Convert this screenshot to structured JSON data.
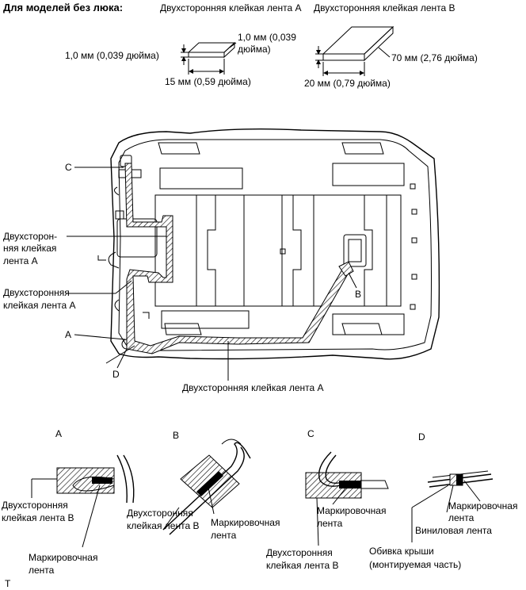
{
  "header": "Для моделей без люка:",
  "tape_a": {
    "title": "Двухсторонняя клейкая лента A",
    "thickness": "1,0 мм (0,039 дюйма)",
    "width_line1": "1,0 мм (0,039",
    "width_line2": "дюйма)",
    "length": "15 мм (0,59 дюйма)"
  },
  "tape_b": {
    "title": "Двухсторонняя клейкая лента B",
    "length": "70 мм (2,76 дюйма)",
    "width": "20 мм (0,79 дюйма)"
  },
  "main": {
    "label_c": "C",
    "label_a": "A",
    "label_b": "B",
    "label_d": "D",
    "tape_a_left_1": "Двухсторон-",
    "tape_a_left_2": "няя клейкая",
    "tape_a_left_3": "лента A",
    "tape_a_left2_1": "Двухсторонняя",
    "tape_a_left2_2": "клейкая лента A",
    "tape_a_bottom": "Двухсторонняя клейкая лента A"
  },
  "details": {
    "a": {
      "letter": "A",
      "tape_1": "Двухсторонняя",
      "tape_2": "клейкая лента B",
      "mark_1": "Маркировочная",
      "mark_2": "лента"
    },
    "b": {
      "letter": "B",
      "tape_1": "Двухсторонняя",
      "tape_2": "клейкая лента B",
      "mark_1": "Маркировочная",
      "mark_2": "лента"
    },
    "c": {
      "letter": "C",
      "tape_1": "Двухсторонняя",
      "tape_2": "клейкая лента B",
      "mark_1": "Маркировочная",
      "mark_2": "лента"
    },
    "d": {
      "letter": "D",
      "mark_1": "Маркировочная",
      "mark_2": "лента",
      "vinyl": "Виниловая лента",
      "roof_1": "Обивка крыши",
      "roof_2": "(монтируемая часть)"
    }
  },
  "footer": "T"
}
